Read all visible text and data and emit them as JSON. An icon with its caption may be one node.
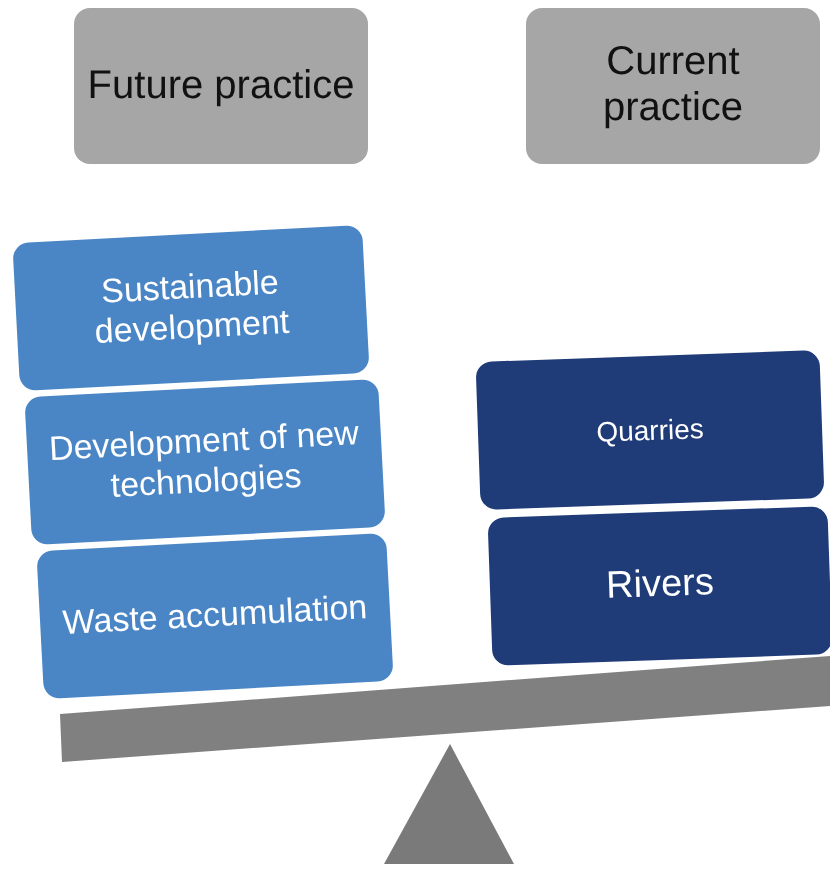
{
  "diagram": {
    "nodes": [
      {
        "text": [
          "Future practice"
        ]
      },
      {
        "text": [
          "Current practice"
        ]
      },
      {
        "text": [
          "Sustainable development"
        ]
      },
      {
        "text": [
          "Development of new technologies"
        ]
      },
      {
        "text": [
          "Waste accumulation"
        ]
      },
      {
        "text": [
          "Quarries"
        ]
      },
      {
        "text": [
          "Rivers"
        ]
      }
    ]
  }
}
